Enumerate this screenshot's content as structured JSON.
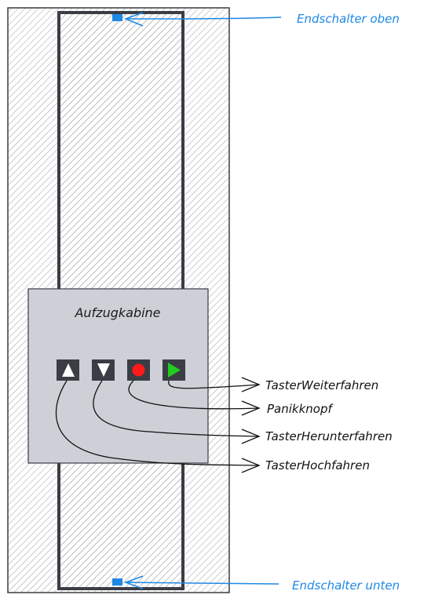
{
  "diagram": {
    "cabin_title": "Aufzugkabine",
    "labels": {
      "limit_top": "Endschalter oben",
      "limit_bottom": "Endschalter unten",
      "btn_continue": "TasterWeiterfahren",
      "btn_panic": "Panikknopf",
      "btn_down": "TasterHerunterfahren",
      "btn_up": "TasterHochfahren"
    },
    "colors": {
      "hatch": "#9e9e9e",
      "shaft_border": "#3a3d44",
      "cabin_fill": "#cdd1d7",
      "button_fill": "#3a3d44",
      "limit_switch": "#1e88e5",
      "panic": "#ff1a1a",
      "play": "#22cc22",
      "connector": "#111111",
      "label_blue": "#1e88e5"
    },
    "icons": {
      "up": "triangle-up-icon",
      "down": "triangle-down-icon",
      "panic": "red-circle-icon",
      "continue": "play-icon"
    }
  }
}
